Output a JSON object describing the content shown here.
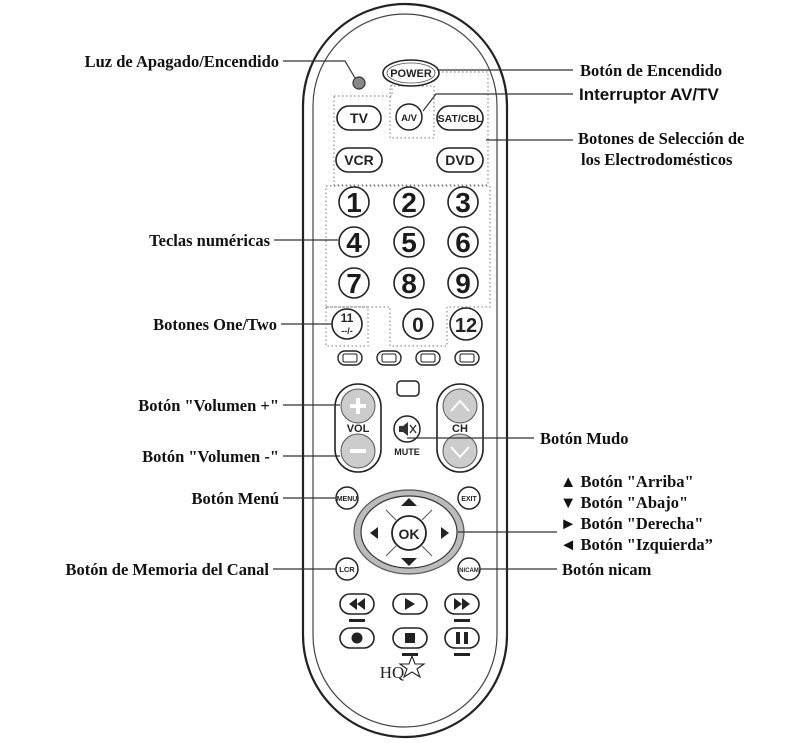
{
  "labels": {
    "power_light": "Luz de Apagado/Encendido",
    "numeric_keys": "Teclas numéricas",
    "one_two": "Botones One/Two",
    "vol_plus": "Botón \"Volumen +\"",
    "vol_minus": "Botón \"Volumen -\"",
    "menu": "Botón Menú",
    "channel_memory": "Botón de Memoria del Canal",
    "power_button": "Botón de Encendido",
    "av_tv": "Interruptor AV/TV",
    "device_select_1": "Botones de Selección de",
    "device_select_2": "los Electrodomésticos",
    "mute": "Botón Mudo",
    "up": "▲ Botón \"Arriba\"",
    "down": "▼ Botón  \"Abajo\"",
    "right": "► Botón \"Derecha\"",
    "left": "◄ Botón \"Izquierda”",
    "nicam": "Botón nicam"
  },
  "buttons": {
    "power": "POWER",
    "av": "A/V",
    "tv": "TV",
    "satcbl": "SAT/CBL",
    "vcr": "VCR",
    "dvd": "DVD",
    "n1": "1",
    "n2": "2",
    "n3": "3",
    "n4": "4",
    "n5": "5",
    "n6": "6",
    "n7": "7",
    "n8": "8",
    "n9": "9",
    "n11_top": "11",
    "n11_bottom": "--/-",
    "n0": "0",
    "n12": "12",
    "vol": "VOL",
    "ch": "CH",
    "mute": "MUTE",
    "menu": "MENU",
    "exit": "EXIT",
    "ok": "OK",
    "lcr": "LCR",
    "nicam": "NICAM"
  },
  "logo": "HQ"
}
